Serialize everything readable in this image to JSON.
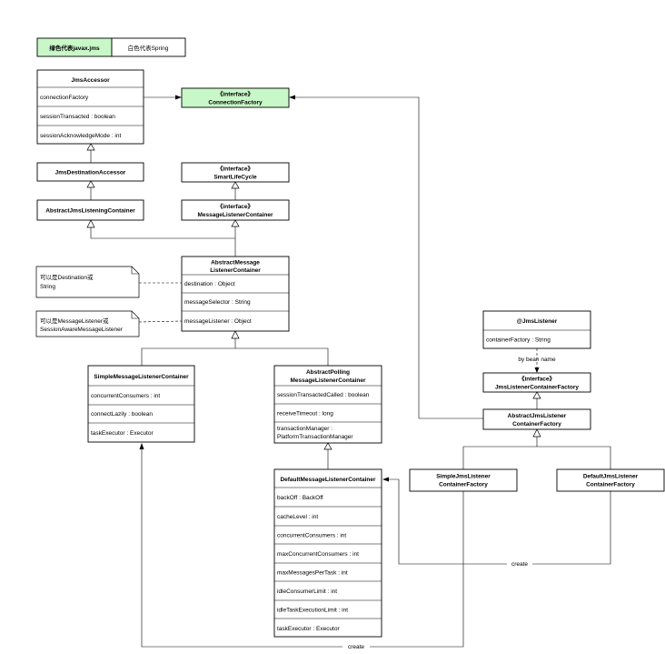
{
  "legend": {
    "green_label": "绿色代表javax.jms",
    "white_label": "白色代表Spring",
    "colors": {
      "jms": "#c8f7c8",
      "spring": "#ffffff"
    }
  },
  "classes": {
    "jms_accessor": {
      "title": "JmsAccessor",
      "fields": [
        "connectionFactory",
        "sessionTransacted : boolean",
        "sessionAcknowledgeMode : int"
      ]
    },
    "connection_factory": {
      "title1": "《interface》",
      "title2": "ConnectionFactory"
    },
    "jms_destination_accessor": {
      "title": "JmsDestinationAccessor"
    },
    "smart_lifecycle": {
      "title1": "《interface》",
      "title2": "SmartLifeCycle"
    },
    "abstract_jms_listening_container": {
      "title": "AbstractJmsListeningContainer"
    },
    "message_listener_container": {
      "title1": "《interface》",
      "title2": "MessageListenerContainer"
    },
    "abstract_message_listener_container": {
      "title1": "AbstractMessage",
      "title2": "ListenerContainer",
      "fields": [
        "destination : Object",
        "messageSelector : String",
        "messageListener : Object"
      ]
    },
    "simple_message_listener_container": {
      "title": "SimpleMessageListenerContainer",
      "fields": [
        "concurrentConsumers : int",
        "connectLazily : boolean",
        "taskExecutor : Executor"
      ]
    },
    "abstract_polling_message_listener_container": {
      "title1": "AbstractPolling",
      "title2": "MessageListenerContainer",
      "fields": [
        "sessionTransactedCalled : boolean",
        "receiveTimeout : long"
      ],
      "tm1": "transactionManager :",
      "tm2": "PlatformTransactionManager"
    },
    "default_message_listener_container": {
      "title": "DefaultMessageListenerContainer",
      "fields": [
        "backOff : BackOff",
        "cacheLevel : int",
        "concurrentConsumers : int",
        "maxConcurrentConsumers : int",
        "maxMessagesPerTask : int",
        "idleConsumerLimit : int",
        "idleTaskExecutionLimit : int",
        "taskExecutor : Executor"
      ]
    },
    "jms_listener": {
      "title": "@JmsListener",
      "fields": [
        "containerFactory : String"
      ]
    },
    "jms_listener_container_factory": {
      "title1": "《interface》",
      "title2": "JmsListenerContainerFactory"
    },
    "abstract_jms_listener_container_factory": {
      "title1": "AbstractJmsListener",
      "title2": "ContainerFactory"
    },
    "simple_jms_listener_container_factory": {
      "title1": "SimpleJmsListener",
      "title2": "ContainerFactory"
    },
    "default_jms_listener_container_factory": {
      "title1": "DefaultJmsListener",
      "title2": "ContainerFactory"
    }
  },
  "notes": {
    "destination_note": {
      "line1": "可以是Destination或",
      "line2": "String"
    },
    "listener_note": {
      "line1": "可以是MessageListener或",
      "line2": "SessionAwareMessageListener"
    }
  },
  "labels": {
    "by_bean_name": "by bean name",
    "create_right": "create",
    "create_bottom": "create"
  }
}
